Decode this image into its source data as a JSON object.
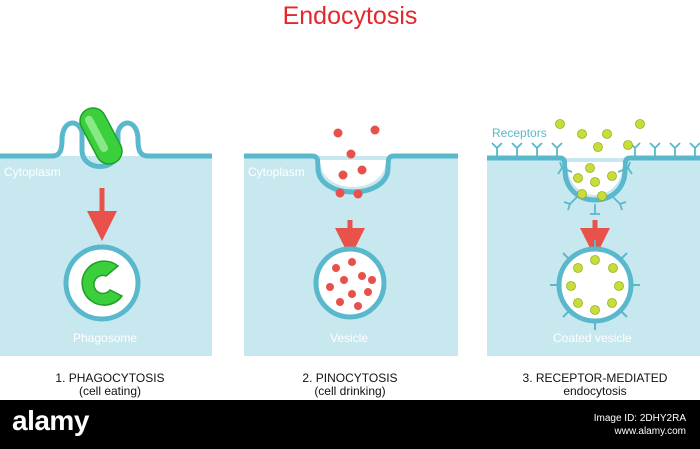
{
  "title": "Endocytosis",
  "panels": [
    {
      "cytoplasm_label": "Cytoplasm",
      "content_label": "Phagosome",
      "caption_line1": "1.  PHAGOCYTOSIS",
      "caption_line2": "(cell eating)"
    },
    {
      "cytoplasm_label": "Cytoplasm",
      "content_label": "Vesicle",
      "caption_line1": "2. PINOCYTOSIS",
      "caption_line2": "(cell drinking)"
    },
    {
      "receptors_label": "Receptors",
      "content_label": "Coated vesicle",
      "caption_line1": "3. RECEPTOR-MEDIATED",
      "caption_line2": "endocytosis"
    }
  ],
  "footer": {
    "logo": "alamy",
    "image_id": "Image ID: 2DHY2RA",
    "url": "www.alamy.com"
  },
  "colors": {
    "cytoplasm_fill": "#c8e8f0",
    "membrane": "#5ab8cc",
    "title": "#e5262b",
    "arrow": "#e8524a",
    "bacterium": "#3ccf3c",
    "droplet": "#e8504a",
    "ligand": "#c8dc3c"
  }
}
